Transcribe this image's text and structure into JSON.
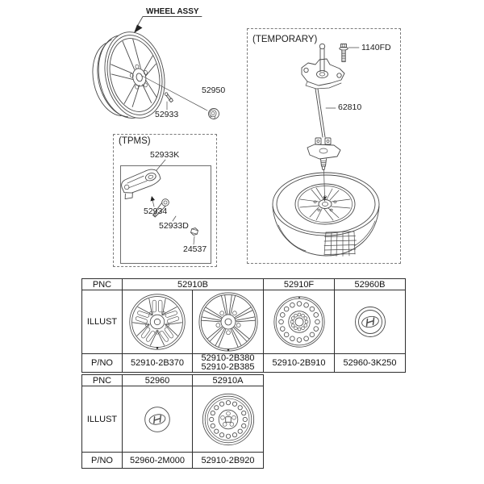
{
  "colors": {
    "background": "#ffffff",
    "line_art": "#4a4a4a",
    "text": "#1c1c1c",
    "table_border": "#2e2e2e",
    "dashed_box": "#7a7a7a"
  },
  "diagram": {
    "wheel_assy_label": "WHEEL ASSY",
    "label_52933": "52933",
    "label_52950": "52950",
    "tpms": {
      "title": "(TPMS)",
      "label_52933k": "52933K",
      "label_52934": "52934",
      "label_52933d": "52933D",
      "label_24537": "24537"
    },
    "temporary": {
      "title": "(TEMPORARY)",
      "label_1140fd": "1140FD",
      "label_62810": "62810"
    }
  },
  "table": {
    "row_labels": {
      "pnc": "PNC",
      "illust": "ILLUST",
      "pno": "P/NO"
    },
    "section1": {
      "pnc_col1": "52910B",
      "pnc_col3": "52910F",
      "pnc_col4": "52960B",
      "pno_col1": "52910-2B370",
      "pno_col2_line1": "52910-2B380",
      "pno_col2_line2": "52910-2B385",
      "pno_col3": "52910-2B910",
      "pno_col4": "52960-3K250"
    },
    "section2": {
      "pnc_col1": "52960",
      "pnc_col2": "52910A",
      "pno_col1": "52960-2M000",
      "pno_col2": "52910-2B920"
    }
  },
  "illustrations": {
    "section1_col1": "alloy-wheel-5-spoke-slotted",
    "section1_col2": "alloy-wheel-10-spoke",
    "section1_col3": "steel-spare-wheel",
    "section1_col4": "hyundai-center-cap",
    "section2_col1": "hyundai-center-cap",
    "section2_col2": "steel-spare-wheel"
  }
}
